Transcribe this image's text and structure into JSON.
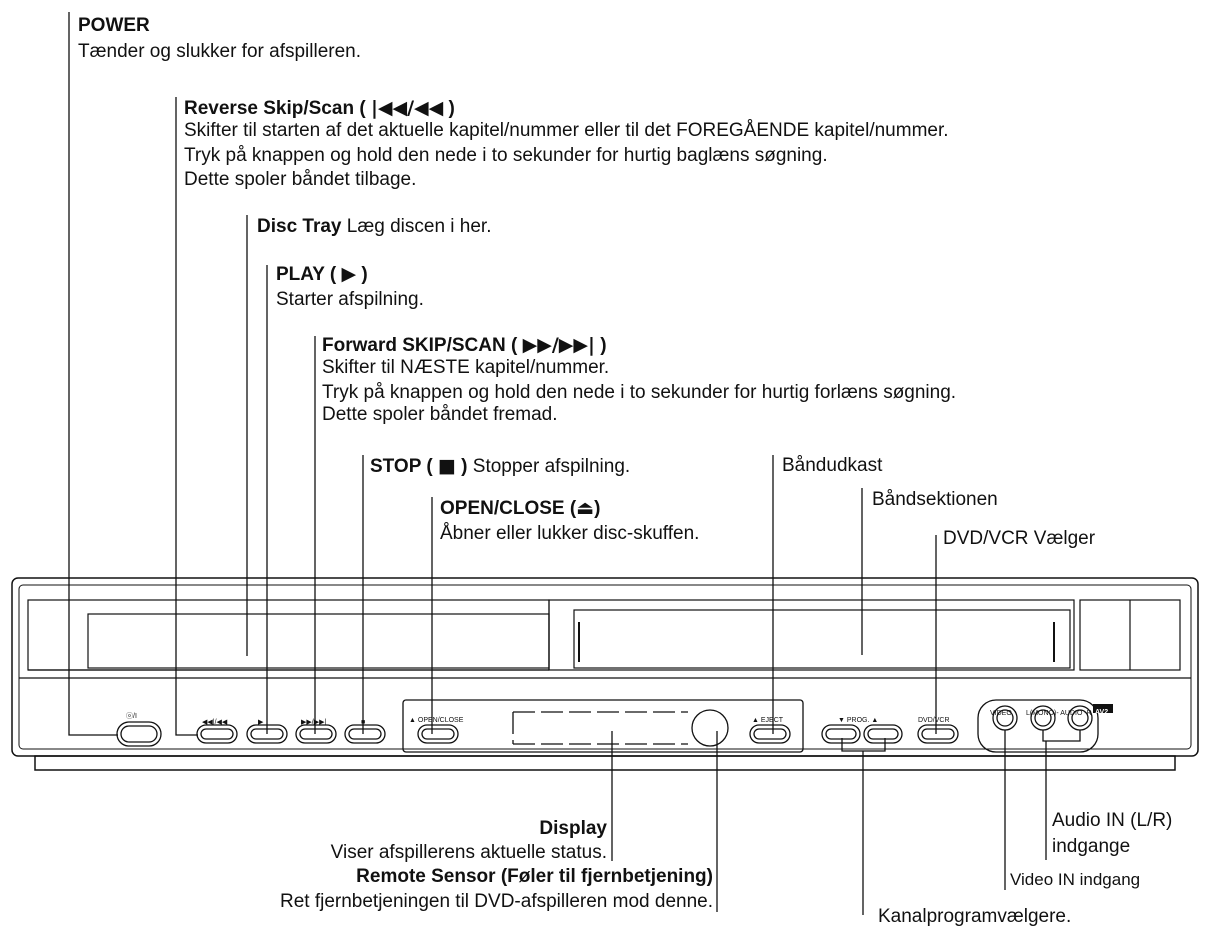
{
  "callouts": {
    "power": {
      "title": "POWER",
      "desc": "Tænder og slukker for afspilleren."
    },
    "reverse": {
      "title": "Reverse Skip/Scan (",
      "symbol": "|◀◀/◀◀",
      "title_end": ")",
      "desc_lines": [
        "Skifter til starten af det aktuelle kapitel/nummer eller til det FOREGÅENDE kapitel/nummer.",
        "Tryk på knappen og hold den nede i to sekunder for hurtig baglæns søgning.",
        "Dette spoler båndet tilbage."
      ]
    },
    "disc_tray": {
      "title": "Disc Tray",
      "desc": "Læg discen i her."
    },
    "play": {
      "title": "PLAY (",
      "symbol": "▶",
      "title_end": ")",
      "desc": "Starter afspilning."
    },
    "forward": {
      "title": "Forward SKIP/SCAN (",
      "symbol": "▶▶/▶▶|",
      "title_end": ")",
      "desc_lines": [
        "Skifter til NÆSTE kapitel/nummer.",
        "Tryk på knappen og hold den nede i to sekunder for  hurtig forlæns søgning.",
        "Dette spoler båndet fremad."
      ]
    },
    "stop": {
      "title": "STOP (",
      "symbol": "■",
      "title_end": ")",
      "desc": "Stopper afspilning."
    },
    "open_close": {
      "title": "OPEN/CLOSE (",
      "symbol": "⏏",
      "title_end": ")",
      "desc": "Åbner eller lukker disc-skuffen."
    },
    "eject": {
      "title": "Båndudkast"
    },
    "tape_section": {
      "title": "Båndsektionen"
    },
    "dvd_vcr": {
      "title": "DVD/VCR Vælger"
    },
    "display": {
      "title": "Display",
      "desc": "Viser afspillerens aktuelle status."
    },
    "remote_sensor": {
      "title": "Remote Sensor (Føler til fjernbetjening)",
      "desc": "Ret fjernbetjeningen til DVD-afspilleren mod denne."
    },
    "audio_in": {
      "line1": "Audio IN (L/R)",
      "line2": "indgange"
    },
    "video_in": {
      "title": "Video IN indgang"
    },
    "channel": {
      "title": "Kanalprogramvælgere."
    }
  },
  "panel_labels": {
    "power": "ⓞ/I",
    "rev": "◀◀|/◀◀",
    "play": "▶",
    "fwd": "▶▶/▶▶|",
    "stop": "■",
    "open_close": "▲ OPEN/CLOSE",
    "eject": "▲ EJECT",
    "prog": "▼  PROG.  ▲",
    "dvd_vcr": "DVD/VCR",
    "video": "VIDEO",
    "audio": "L(MONO)- AUDIO -R",
    "av": "AV2"
  }
}
